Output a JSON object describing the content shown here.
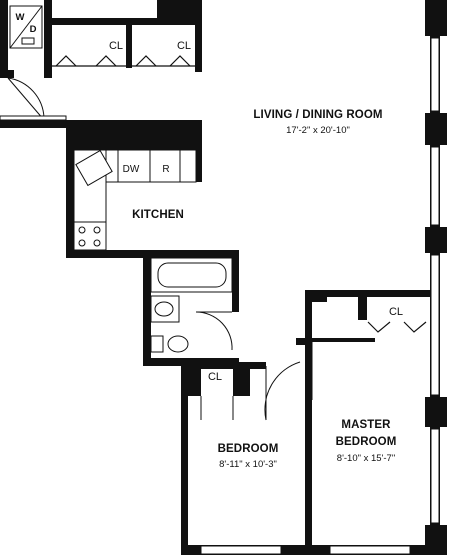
{
  "rooms": {
    "living": {
      "name": "LIVING / DINING ROOM",
      "dims": "17'-2\" x 20'-10\""
    },
    "kitchen": {
      "name": "KITCHEN"
    },
    "bedroom": {
      "name": "BEDROOM",
      "dims": "8'-11\" x 10'-3\""
    },
    "master": {
      "name_line1": "MASTER",
      "name_line2": "BEDROOM",
      "dims": "8'-10\" x 15'-7\""
    }
  },
  "closets": {
    "label": "CL"
  },
  "appliances": {
    "dishwasher": "DW",
    "refrigerator": "R",
    "washer": "W",
    "dryer": "D"
  },
  "colors": {
    "wall": "#111111",
    "fixture": "#333333",
    "background": "#ffffff"
  }
}
